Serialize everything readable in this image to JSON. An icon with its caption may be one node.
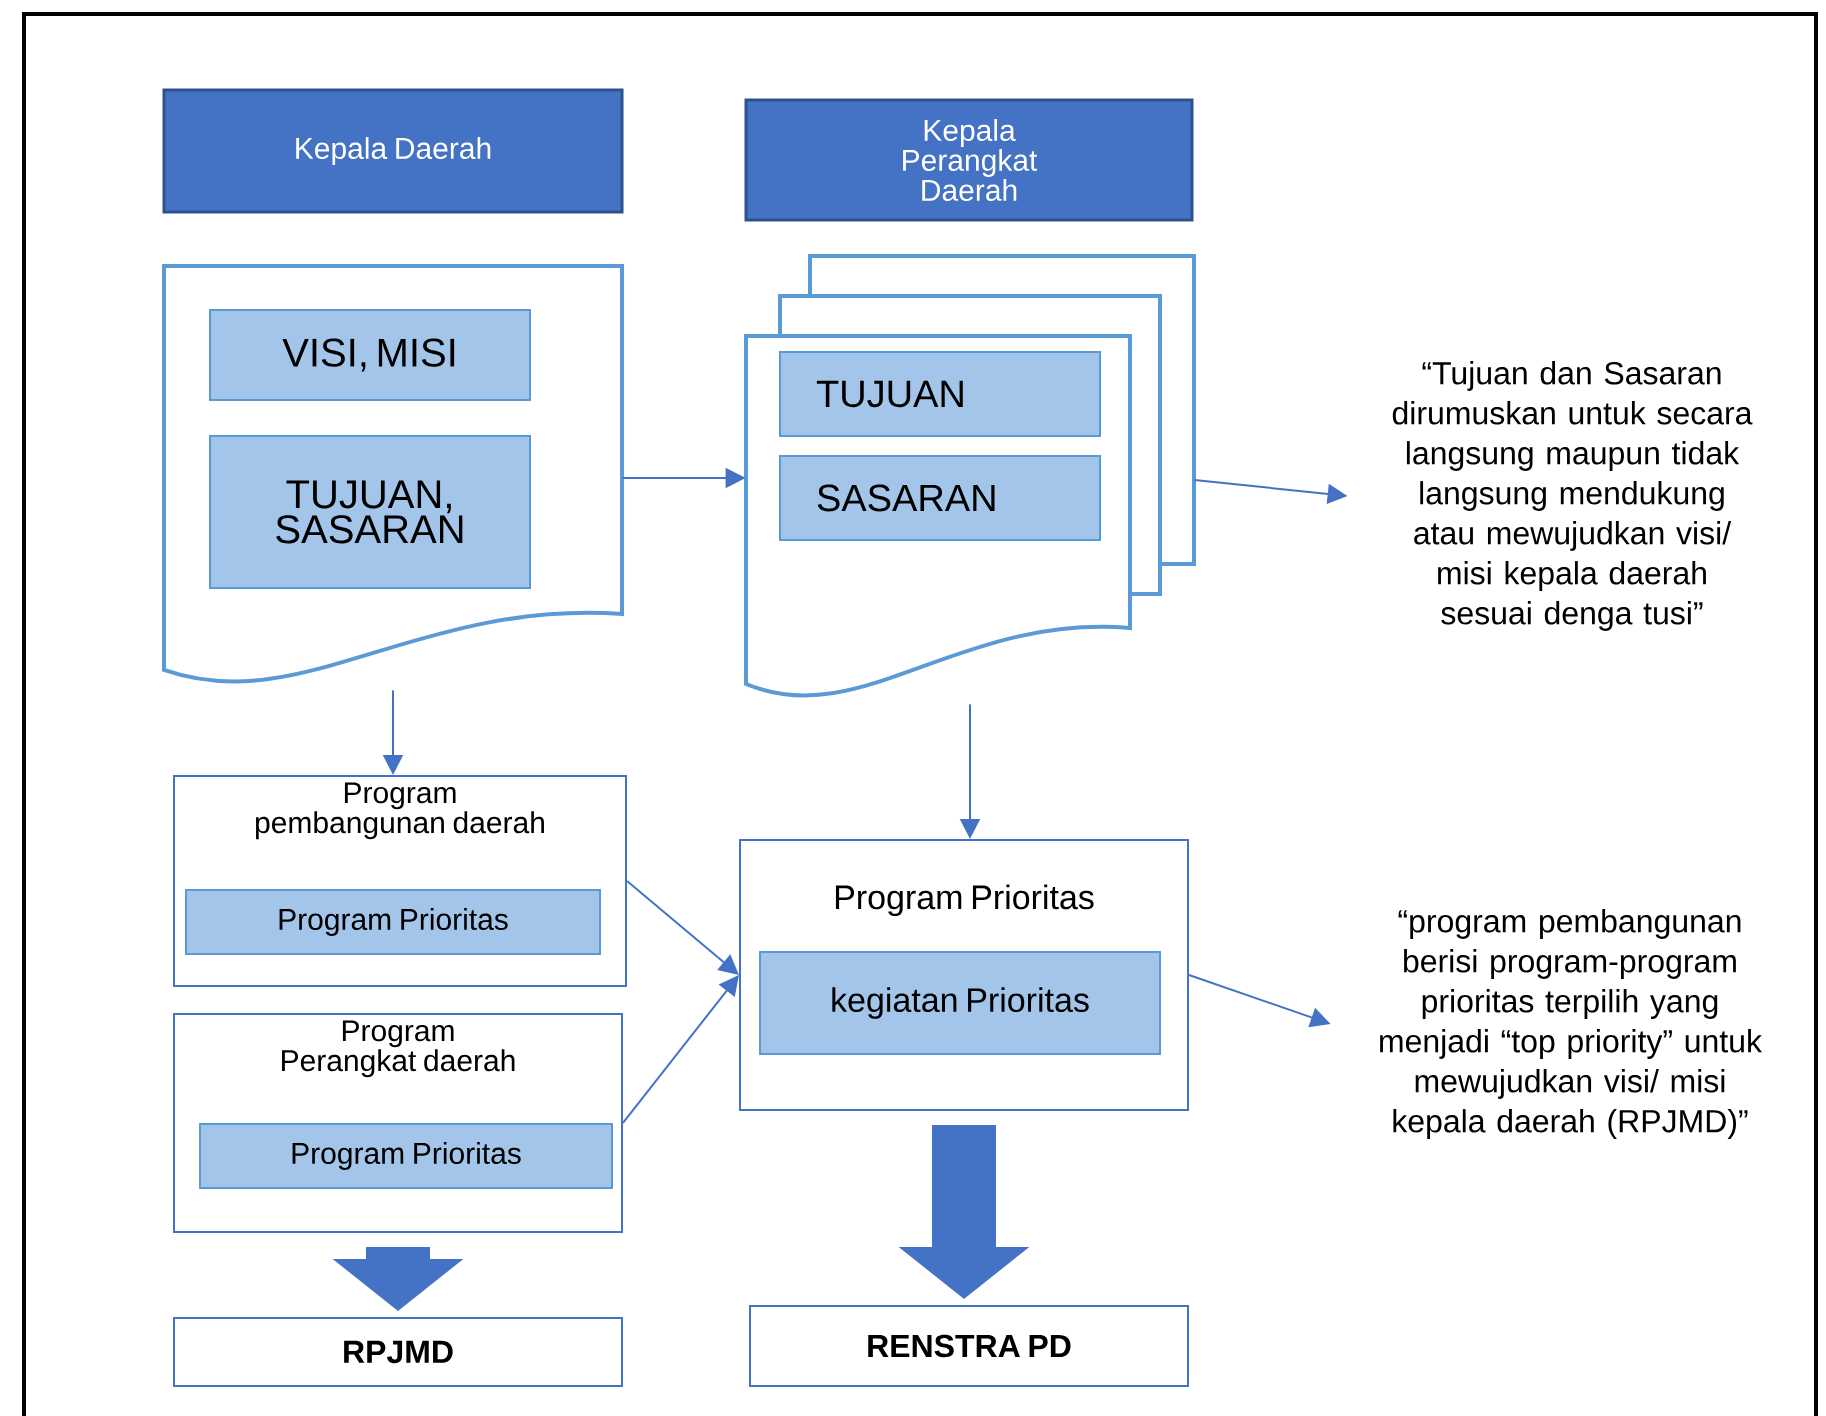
{
  "diagram": {
    "nodes": [
      {
        "text": [
          "Kepala Daerah"
        ]
      },
      {
        "text": [
          "Kepala Perangkat Daerah"
        ]
      },
      {
        "text": [],
        "shape": "document"
      },
      {
        "text": [
          "VISI, MISI"
        ],
        "in": 2
      },
      {
        "text": [
          "TUJUAN, SASARAN"
        ],
        "in": 2
      },
      {
        "text": [],
        "shape": "document"
      },
      {
        "text": [
          "TUJUAN"
        ],
        "in": 5
      },
      {
        "text": [
          "SASARAN"
        ],
        "in": 5
      },
      {
        "text": [
          "“Tujuan dan Sasaran dirumuskan untuk secara langsung maupun tidak langsung mendukung atau mewujudkan visi/ misi kepala daerah sesuai denga tusi”"
        ]
      },
      {
        "text": [
          "Program pembangunan daerah"
        ]
      },
      {
        "text": [
          "Program Prioritas"
        ],
        "in": 9
      },
      {
        "text": [
          "Program Perangkat daerah"
        ]
      },
      {
        "text": [
          "Program Prioritas"
        ],
        "in": 11
      },
      {
        "text": [
          "Program Prioritas"
        ]
      },
      {
        "text": [
          "kegiatan Prioritas"
        ],
        "in": 13
      },
      {
        "text": [
          "“program pembangunan berisi program-program prioritas terpilih yang menjadi “top priority” untuk mewujudkan visi/ misi kepala daerah (RPJMD)”"
        ]
      },
      {
        "text": [
          "RPJMD"
        ]
      },
      {
        "text": [
          "RENSTRA PD"
        ]
      }
    ],
    "edges": [
      {
        "from": 2,
        "to": 5,
        "arrow": "to"
      },
      {
        "from": 5,
        "to": 8,
        "arrow": "to"
      },
      {
        "from": 2,
        "to": 9,
        "arrow": "to"
      },
      {
        "from": 5,
        "to": 13,
        "arrow": "to"
      },
      {
        "from": 9,
        "to": 13,
        "arrow": "to"
      },
      {
        "from": 11,
        "to": 13,
        "arrow": "to"
      },
      {
        "from": 13,
        "to": 15,
        "arrow": "to"
      },
      {
        "from": 11,
        "to": 16,
        "arrow": "to",
        "style": "thick"
      },
      {
        "from": 13,
        "to": 17,
        "arrow": "to",
        "style": "thick"
      }
    ]
  }
}
